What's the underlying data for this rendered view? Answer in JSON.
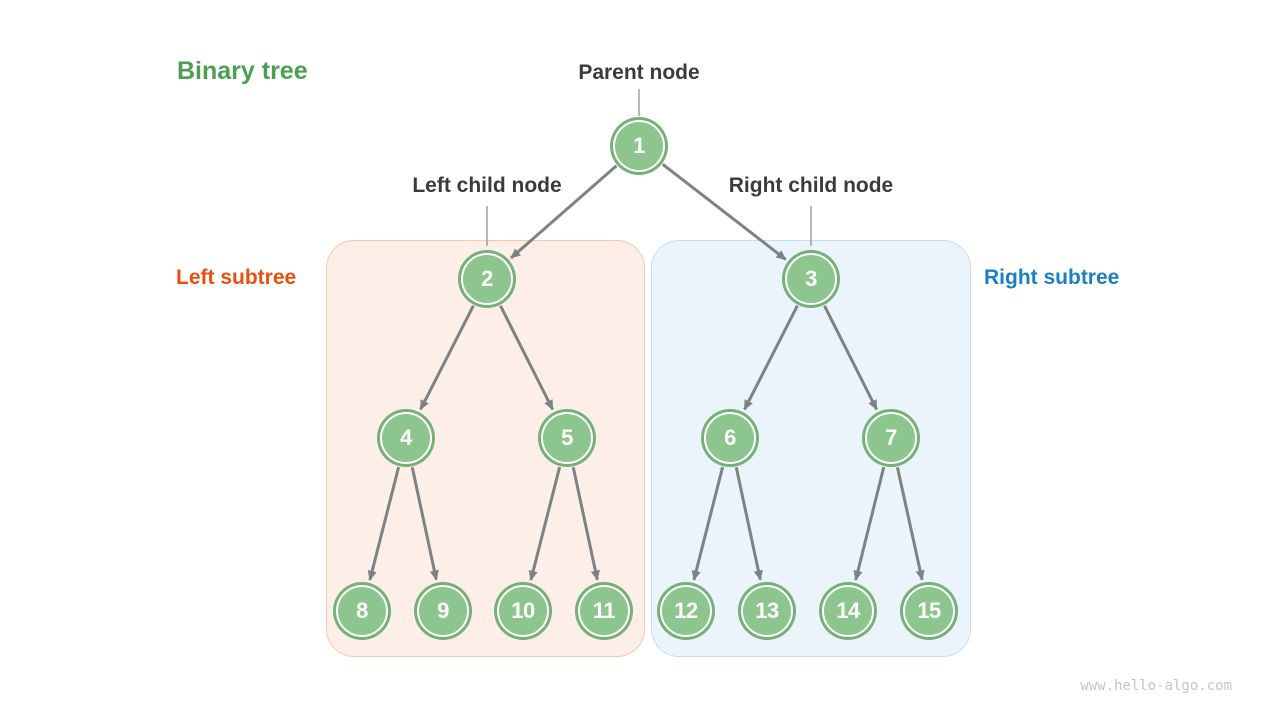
{
  "title": "Binary tree",
  "labels": {
    "parent_node": "Parent node",
    "left_child_node": "Left child node",
    "right_child_node": "Right child node",
    "left_subtree": "Left subtree",
    "right_subtree": "Right subtree"
  },
  "watermark": "www.hello-algo.com",
  "colors": {
    "title_green": "#4c9e52",
    "label_dark": "#3b3b3b",
    "left_subtree_orange": "#e8500f",
    "right_subtree_blue": "#1b7fc4",
    "node_fill": "#8dc58f",
    "node_ring": "#74b077",
    "edge_gray": "#7d8285",
    "connector_gray": "#9a9a9a",
    "left_box_fill": "#fdefe8",
    "left_box_border": "#f6c8b0",
    "right_box_fill": "#ecf4fb",
    "right_box_border": "#c6def2",
    "watermark_gray": "#c5c5c5"
  },
  "tree": {
    "type": "binary-tree",
    "nodes": [
      {
        "id": 1,
        "value": "1"
      },
      {
        "id": 2,
        "value": "2"
      },
      {
        "id": 3,
        "value": "3"
      },
      {
        "id": 4,
        "value": "4"
      },
      {
        "id": 5,
        "value": "5"
      },
      {
        "id": 6,
        "value": "6"
      },
      {
        "id": 7,
        "value": "7"
      },
      {
        "id": 8,
        "value": "8"
      },
      {
        "id": 9,
        "value": "9"
      },
      {
        "id": 10,
        "value": "10"
      },
      {
        "id": 11,
        "value": "11"
      },
      {
        "id": 12,
        "value": "12"
      },
      {
        "id": 13,
        "value": "13"
      },
      {
        "id": 14,
        "value": "14"
      },
      {
        "id": 15,
        "value": "15"
      }
    ],
    "edges": [
      [
        1,
        2
      ],
      [
        1,
        3
      ],
      [
        2,
        4
      ],
      [
        2,
        5
      ],
      [
        3,
        6
      ],
      [
        3,
        7
      ],
      [
        4,
        8
      ],
      [
        4,
        9
      ],
      [
        5,
        10
      ],
      [
        5,
        11
      ],
      [
        6,
        12
      ],
      [
        6,
        13
      ],
      [
        7,
        14
      ],
      [
        7,
        15
      ]
    ]
  }
}
